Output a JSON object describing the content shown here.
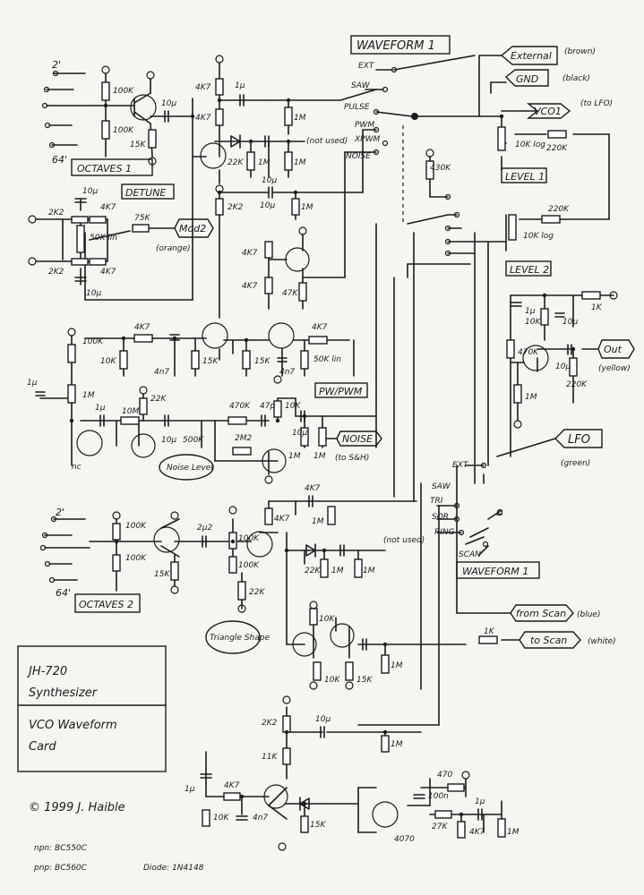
{
  "title_block": {
    "line1": "JH-720",
    "line2": "Synthesizer",
    "line3": "VCO Waveform",
    "line4": "Card"
  },
  "copyright": "© 1999 J. Haible",
  "notes": {
    "npn": "npn: BC550C",
    "pnp": "pnp: BC560C",
    "diode": "Diode: 1N4148"
  },
  "section_labels": {
    "octaves1": "OCTAVES 1",
    "octaves2": "OCTAVES 2",
    "detune": "DETUNE",
    "level1": "LEVEL 1",
    "level2": "LEVEL 2",
    "waveform1_top": "WAVEFORM 1",
    "waveform1_bottom": "WAVEFORM 1",
    "pw_pwm": "PW/PWM",
    "noise_level": "Noise Level",
    "triangle_shape": "Triangle Shape"
  },
  "connectors": {
    "external": "External",
    "external_note": "(brown)",
    "gnd": "GND",
    "gnd_note": "(black)",
    "vco1": "VCO1",
    "vco1_note": "(to LFO)",
    "mod2": "Mod2",
    "mod2_note": "(orange)",
    "noise": "NOISE",
    "noise_note": "(to S&H)",
    "out": "Out",
    "out_note": "(yellow)",
    "lfo": "LFO",
    "lfo_note": "(green)",
    "from_scan": "from Scan",
    "from_scan_note": "(blue)",
    "to_scan": "to Scan",
    "to_scan_note": "(white)"
  },
  "switch_top": {
    "ext": "EXT",
    "saw": "SAW",
    "pulse": "PULSE",
    "pwm": "PWM",
    "xpwm": "XPWM",
    "noise": "NOISE"
  },
  "switch_bottom": {
    "ext": "EXT",
    "saw": "SAW",
    "tri": "TRI",
    "sqr": "SQR",
    "ring": "RING",
    "scan": "SCAN"
  },
  "octave_marks": {
    "top_2": "2'",
    "top_64": "64'",
    "bot_2": "2'",
    "bot_64": "64'"
  },
  "components": {
    "r100k_a": "100K",
    "r100k_b": "100K",
    "r15k_a": "15K",
    "c10u_a": "10µ",
    "r4k7_a": "4K7",
    "c1u_a": "1µ",
    "r4k7_b": "4K7",
    "r1m_a": "1M",
    "r22k_a": "22K",
    "r1m_b": "1M",
    "r1m_c": "1M",
    "not_used_a": "(not used)",
    "c10u_b": "10µ",
    "r2k2_a": "2K2",
    "r2k2_b": "2K2",
    "r4k7_c": "4K7",
    "r4k7_d": "4K7",
    "c10u_c": "10µ",
    "c10u_d": "10µ",
    "r50k_lin": "50K lin",
    "r75k": "75K",
    "r2k2_c": "2K2",
    "c10u_e": "10µ",
    "r1m_d": "1M",
    "r4k7_e": "4K7",
    "r4k7_f": "4K7",
    "r47k": "47K",
    "r100k_c": "100K",
    "r4k7_g": "4K7",
    "r10k_a": "10K",
    "c4n7_a": "4n7",
    "r15k_b": "15K",
    "r15k_c": "15K",
    "c4n7_b": "4n7",
    "r4k7_h": "4K7",
    "r50k_lin_b": "50K lin",
    "r430k": "430K",
    "r10k_log_a": "10K log",
    "r220k_a": "220K",
    "r220k_b": "220K",
    "r10k_log_b": "10K log",
    "c1u_b": "1µ",
    "r10k_b": "10K",
    "c10u_f": "10µ",
    "r1k": "1K",
    "r470k_a": "470K",
    "c10u_g": "10µ",
    "r220k_c": "220K",
    "r1m_e": "1M",
    "c1u_c": "1µ",
    "r1m_f": "1M",
    "c1u_d": "1µ",
    "r10m": "10M",
    "r22k_b": "22K",
    "nc": "nc",
    "c10u_h": "10µ",
    "r500k": "500K",
    "r470k_b": "470K",
    "c47p": "47p",
    "r10k_c": "10K",
    "r2m2": "2M2",
    "c10u_i": "10µ",
    "r1m_g": "1M",
    "r1m_h": "1M",
    "r4k7_i": "4K7",
    "r4k7_j": "4K7",
    "r1m_i": "1M",
    "r100k_d": "100K",
    "r100k_e": "100K",
    "r15k_d": "15K",
    "c2u2": "2µ2",
    "r100k_f": "100K",
    "r100k_g": "100K",
    "r22k_c": "22K",
    "r22k_d": "22K",
    "r1m_j": "1M",
    "r1m_k": "1M",
    "not_used_b": "(not used)",
    "r10k_d": "10K",
    "r10k_e": "10K",
    "r15k_e": "15K",
    "r1m_l": "1M",
    "r1k_b": "1K",
    "r2k2_d": "2K2",
    "c10u_j": "10µ",
    "r11k": "11K",
    "r1m_m": "1M",
    "c1u_e": "1µ",
    "r4k7_k": "4K7",
    "r10k_f": "10K",
    "c4n7_c": "4n7",
    "r15k_f": "15K",
    "r470": "470",
    "c100n": "100n",
    "c1u_f": "1µ",
    "r27k": "27K",
    "r4k7_l": "4K7",
    "r1m_n": "1M",
    "ic4070": "4070"
  }
}
